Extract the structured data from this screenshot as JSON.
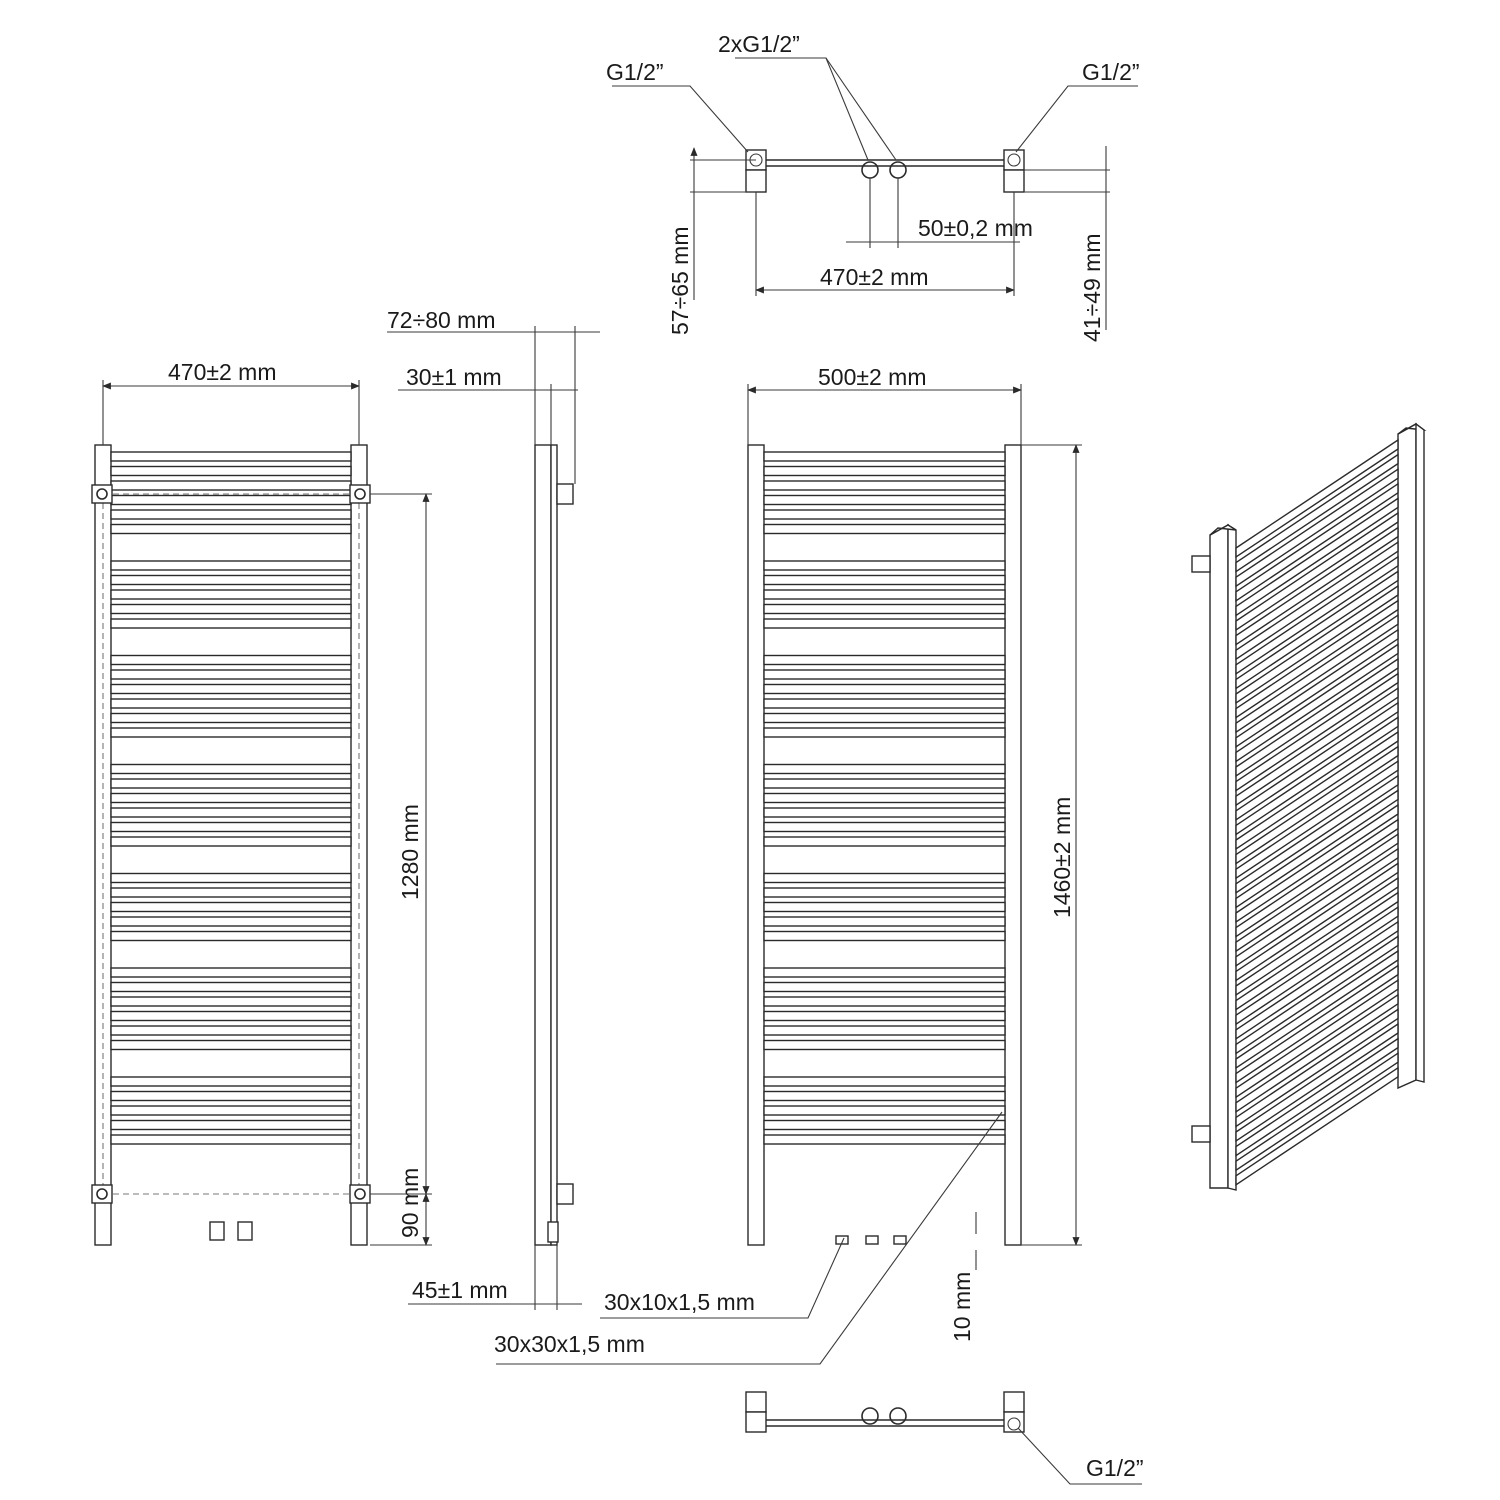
{
  "labels": {
    "top_g12_left": "G1/2”",
    "top_2xg12": "2xG1/2”",
    "top_g12_right": "G1/2”",
    "depth_57_65": "57÷65 mm",
    "depth_41_49": "41÷49 mm",
    "spacing_50": "50±0,2 mm",
    "top_width_470": "470±2 mm",
    "front_width_470": "470±2 mm",
    "wall_72_80": "72÷80 mm",
    "wall_30": "30±1 mm",
    "front_width_500": "500±2 mm",
    "height_1280": "1280 mm",
    "height_90": "90 mm",
    "height_1460": "1460±2 mm",
    "side_45": "45±1 mm",
    "profile_30x10": "30x10x1,5 mm",
    "profile_30x30": "30x30x1,5 mm",
    "gap_10": "10 mm",
    "bottom_g12": "G1/2”"
  }
}
